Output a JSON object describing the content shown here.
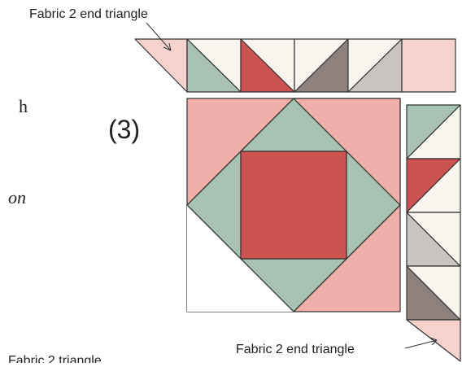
{
  "labels": {
    "top_callout": "Fabric 2 end triangle",
    "step_number": "(3)",
    "bottom_callout": "Fabric 2 end triangle",
    "cut_left_fragments": [
      "h",
      "on"
    ],
    "cut_bottom_fragment": "Fabric 2 triangle"
  },
  "colors": {
    "pink": "#f0b0aa",
    "light_pink": "#f6d2ce",
    "red": "#cd5252",
    "sage": "#a8c3b3",
    "cream": "#f8f5ee",
    "taupe": "#8e807c",
    "grey": "#c8c4c0",
    "outline": "#333333"
  },
  "icons": [
    "arrow-icon"
  ]
}
